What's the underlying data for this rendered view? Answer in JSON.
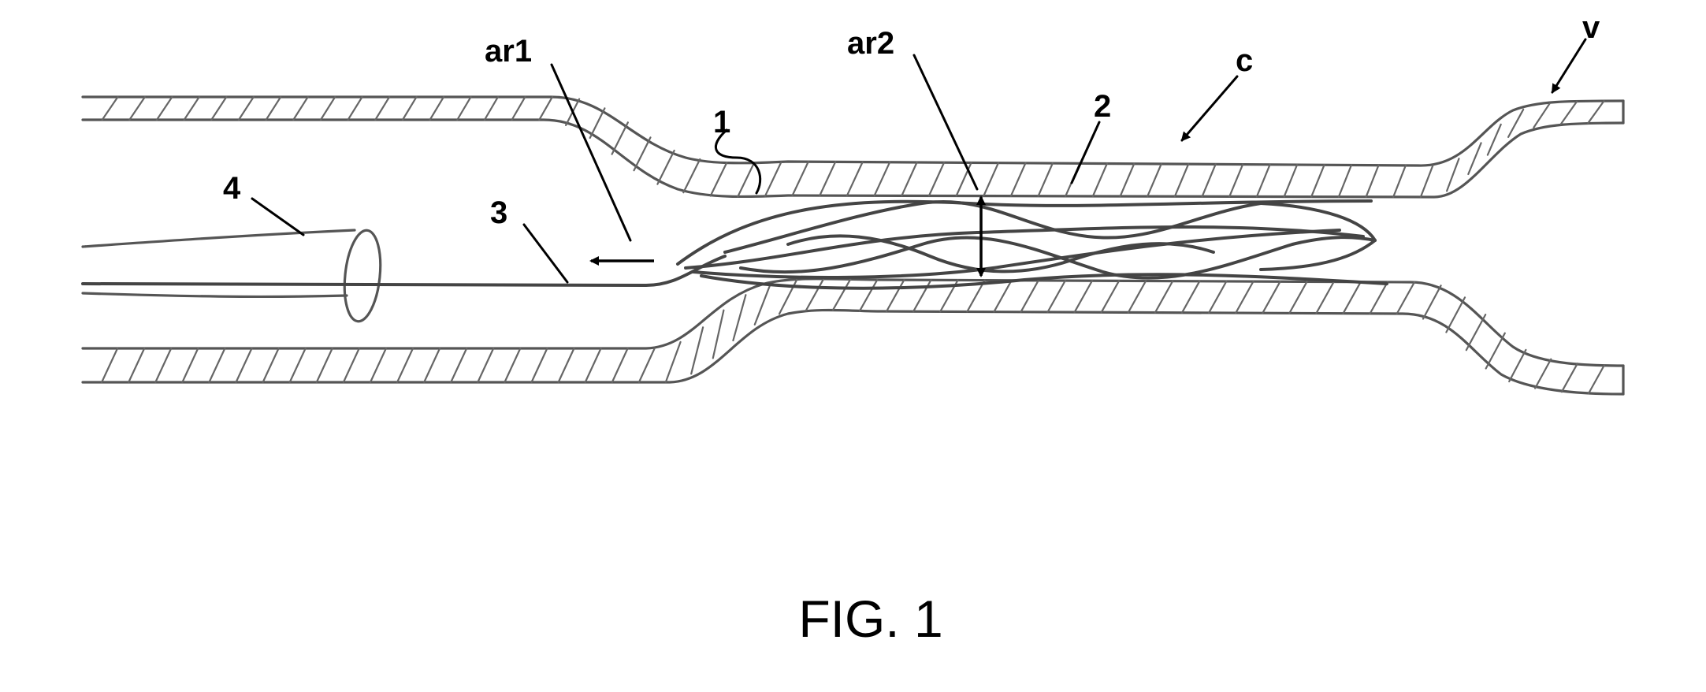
{
  "figure": {
    "caption": "FIG. 1",
    "labels": {
      "ar1": "ar1",
      "ar2": "ar2",
      "one": "1",
      "two": "2",
      "three": "3",
      "four": "4",
      "c": "c",
      "v": "v"
    }
  }
}
